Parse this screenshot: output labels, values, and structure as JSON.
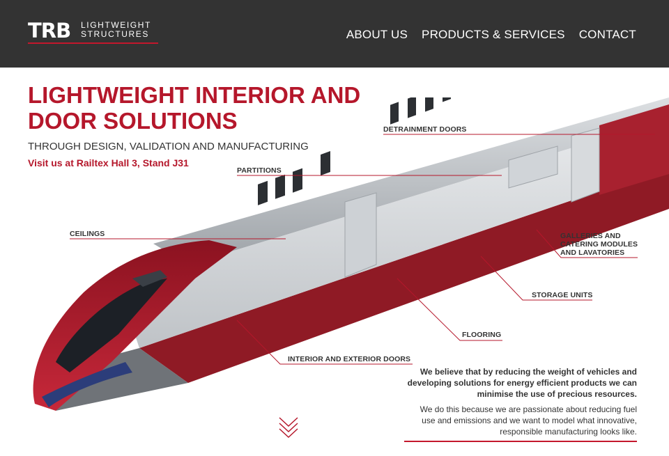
{
  "brand": {
    "mark": "TRB",
    "line1": "LIGHTWEIGHT",
    "line2": "STRUCTURES"
  },
  "nav": {
    "items": [
      "ABOUT US",
      "PRODUCTS & SERVICES",
      "CONTACT"
    ]
  },
  "hero": {
    "title_line1": "LIGHTWEIGHT INTERIOR AND",
    "title_line2": "DOOR SOLUTIONS",
    "subtitle": "THROUGH DESIGN, VALIDATION AND MANUFACTURING",
    "visit": "Visit us at Railtex Hall 3, Stand J31"
  },
  "callouts": {
    "detrainment": "DETRAINMENT DOORS",
    "partitions": "PARTITIONS",
    "ceilings": "CEILINGS",
    "galleries_1": "GALLERIES AND",
    "galleries_2": "CATERING MODULES",
    "galleries_3": "AND LAVATORIES",
    "storage": "STORAGE UNITS",
    "flooring": "FLOORING",
    "doors": "INTERIOR AND EXTERIOR DOORS"
  },
  "copy": {
    "bold": "We believe that by reducing the weight of vehicles and developing solutions for energy efficient products we can minimise the use of precious resources.",
    "body": "We do this because we are passionate about reducing fuel use and emissions and we want to model what innovative, responsible manufacturing looks like."
  },
  "icons": {
    "scroll": "chevron-double-down-icon"
  },
  "colors": {
    "accent": "#b5172b",
    "header": "#333333"
  }
}
